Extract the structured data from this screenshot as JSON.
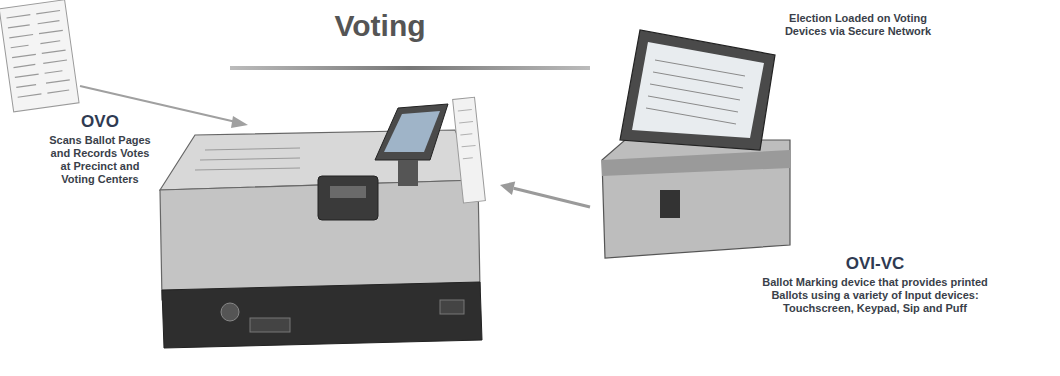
{
  "diagram": {
    "title": "Voting",
    "nodes": [
      {
        "text": [
          "OVO",
          "Scans Ballot Pages and Records Votes at Precinct and Voting Centers"
        ]
      },
      {
        "text": [
          "OVI-VC",
          "Ballot Marking device that provides printed Ballots using a variety of Input devices: Touchscreen, Keypad, Sip and Puff"
        ]
      }
    ],
    "edges": [
      {
        "from": 1,
        "to": 0,
        "arrow": "to"
      }
    ],
    "labels": [
      "Election Loaded on Voting Devices via Secure Network"
    ]
  }
}
